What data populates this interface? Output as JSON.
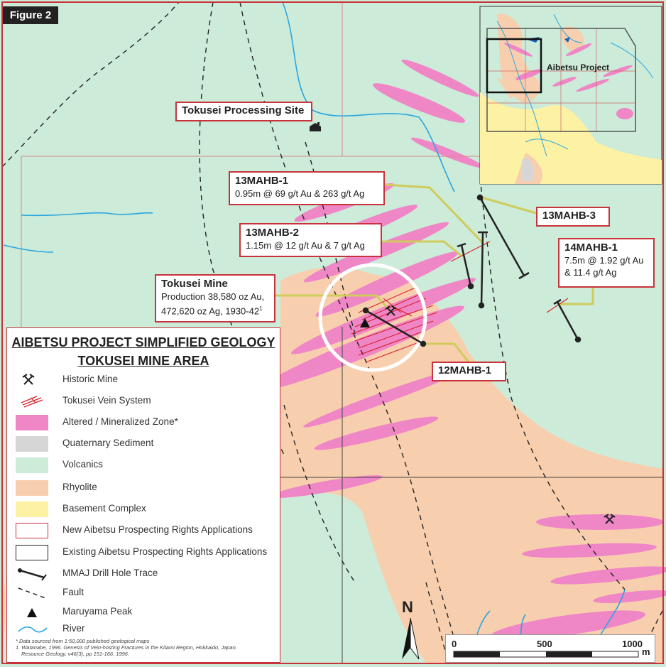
{
  "figure_label": "Figure 2",
  "colors": {
    "volcanics": "#ccebd9",
    "rhyolite": "#f8cfae",
    "altered": "#ef86c6",
    "basement": "#fdf1a3",
    "quaternary": "#d6d6d6",
    "river": "#2aa6df",
    "new_rights": "#c8323a",
    "existing_rights": "#222222",
    "drill_path": "#cfcc5c"
  },
  "callouts": {
    "processing_site": {
      "title": "Tokusei Processing Site"
    },
    "h13mahb1": {
      "title": "13MAHB-1",
      "detail": "0.95m @ 69 g/t Au & 263 g/t Ag"
    },
    "h13mahb2": {
      "title": "13MAHB-2",
      "detail": "1.15m @ 12 g/t Au & 7 g/t Ag"
    },
    "h13mahb3": {
      "title": "13MAHB-3"
    },
    "h14mahb1": {
      "title": "14MAHB-1",
      "detail1": "7.5m @ 1.92 g/t Au",
      "detail2": "& 11.4 g/t Ag"
    },
    "tokusei_mine": {
      "title": "Tokusei Mine",
      "detail1": "Production 38,580 oz Au,",
      "detail2": "472,620 oz Ag, 1930-42",
      "sup": "1"
    },
    "h12mahb1": {
      "title": "12MAHB-1"
    }
  },
  "legend": {
    "title_line1": "AIBETSU PROJECT SIMPLIFIED GEOLOGY",
    "title_line2": "TOKUSEI MINE AREA",
    "items": [
      {
        "label": "Historic Mine",
        "symbol": "mine-icon"
      },
      {
        "label": "Tokusei Vein System",
        "symbol": "vein-icon"
      },
      {
        "label": "Altered / Mineralized Zone*",
        "symbol": "fill-altered"
      },
      {
        "label": "Quaternary Sediment",
        "symbol": "fill-quaternary"
      },
      {
        "label": "Volcanics",
        "symbol": "fill-volcanics"
      },
      {
        "label": "Rhyolite",
        "symbol": "fill-rhyolite"
      },
      {
        "label": "Basement Complex",
        "symbol": "fill-basement"
      },
      {
        "label": "New Aibetsu Prospecting Rights Applications",
        "symbol": "outline-red"
      },
      {
        "label": "Existing Aibetsu Prospecting Rights Applications",
        "symbol": "outline-black"
      },
      {
        "label": "MMAJ Drill Hole Trace",
        "symbol": "drill-icon"
      },
      {
        "label": "Fault",
        "symbol": "fault-icon"
      },
      {
        "label": "Maruyama Peak",
        "symbol": "peak-icon"
      },
      {
        "label": "River",
        "symbol": "river-icon"
      }
    ],
    "note_1": "* Data sourced from 1:50,000 published geological maps",
    "note_2": "1. Watanabe, 1996. Genesis of Vein-hosting Fractures in the Kitami Region, Hokkaido, Japan.",
    "note_3": "Resource Geology, v46(3), pp 151-166, 1996."
  },
  "inset": {
    "label": "Aibetsu Project"
  },
  "north_label": "N",
  "scale": {
    "label_0": "0",
    "label_500": "500",
    "label_1000": "1000",
    "unit": "m"
  }
}
